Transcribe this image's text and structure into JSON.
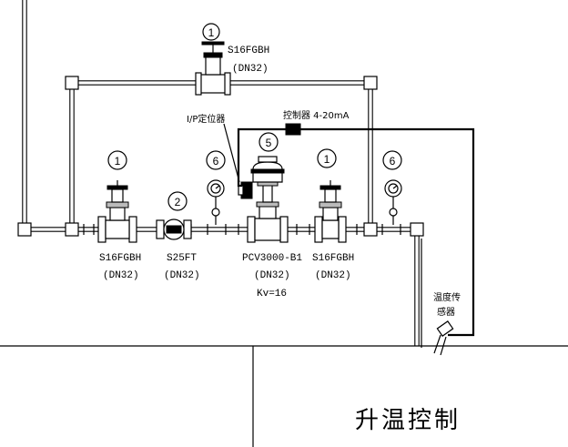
{
  "diagram": {
    "title": "升温控制",
    "top_valve": {
      "tag": "1",
      "model": "S16FGBH",
      "size": "(DN32)"
    },
    "positioner_label": "I/P定位器",
    "controller_label": "控制器 4-20mA",
    "components": [
      {
        "tag": "1",
        "model": "S16FGBH",
        "size": "(DN32)"
      },
      {
        "tag": "2",
        "model": "S25FT",
        "size": "(DN32)"
      },
      {
        "tag": "6",
        "model": "",
        "size": ""
      },
      {
        "tag": "5",
        "model": "PCV3000-B1",
        "size": "(DN32)",
        "extra": "Kv=16"
      },
      {
        "tag": "1",
        "model": "S16FGBH",
        "size": "(DN32)"
      },
      {
        "tag": "6",
        "model": "",
        "size": ""
      }
    ],
    "sensor_label_line1": "温度传",
    "sensor_label_line2": "感器"
  }
}
